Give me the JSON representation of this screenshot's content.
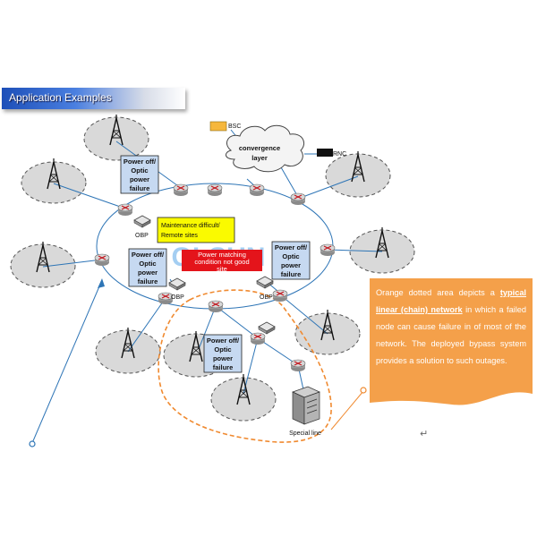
{
  "header": {
    "title": "Application Examples"
  },
  "labels": {
    "bsc": "BSC",
    "rnc": "RNC",
    "convergence_line1": "convergence",
    "convergence_line2": "layer",
    "maintenance_line1": "Maintenance difficult/",
    "maintenance_line2": "Remote sites",
    "power_match_line1": "Power matching",
    "power_match_line2": "condition not good",
    "power_match_line3": "site",
    "failure_line1": "Power off/",
    "failure_line2": "Optic",
    "failure_line3": "power",
    "failure_line4": "failure",
    "obp": "OBP",
    "special_line": "Special line",
    "watermark": "GLSUN"
  },
  "callout": {
    "text_before": "Orange dotted area depicts a",
    "text_bold": "typical linear (chain) network",
    "text_after": "in which a failed node can cause failure in of most of the network. The deployed bypass system provides a solution to such outages."
  },
  "colors": {
    "header_blue": "#1d4fb8",
    "callout_orange": "#f4a04a",
    "maintenance_yellow": "#fafa00",
    "power_red": "#e4141b",
    "failure_box_fill": "#c6d9f1",
    "link_blue": "#2e75b6",
    "dotted_orange": "#f08a30"
  }
}
